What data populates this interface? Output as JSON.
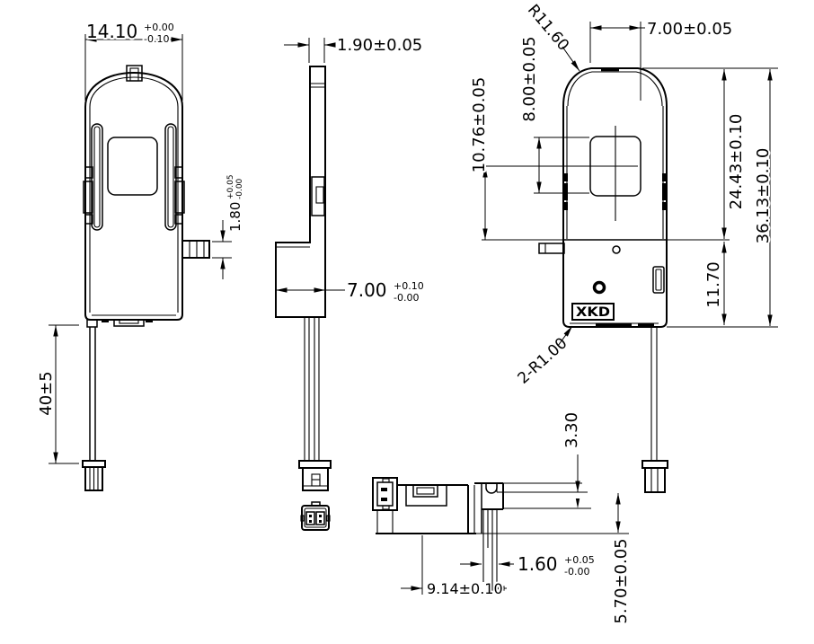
{
  "drawing": {
    "logo": "XKD",
    "dims": {
      "front_width": {
        "main": "14.10",
        "plus": "+0.00",
        "minus": "-0.10"
      },
      "side_thickness": {
        "text": "1.90±0.05"
      },
      "top_radius": {
        "text": "R11.60"
      },
      "top_width": {
        "text": "7.00±0.05"
      },
      "window_height": {
        "text": "8.00±0.05"
      },
      "slot_offset": {
        "text": "10.76±0.05"
      },
      "upper_height": {
        "text": "24.43±0.10"
      },
      "total_height": {
        "text": "36.13±0.10"
      },
      "lower_height": {
        "text": "11.70"
      },
      "side_tab_thickness": {
        "main": "1.80",
        "plus": "+0.05",
        "minus": "-0.00"
      },
      "body_depth": {
        "main": "7.00",
        "plus": "+0.10",
        "minus": "-0.00"
      },
      "wire_length": {
        "text": "40±5"
      },
      "bottom_corner_radius": {
        "text": "2-R1.00"
      },
      "step_height": {
        "text": "3.30"
      },
      "wire_exit_width": {
        "main": "1.60",
        "plus": "+0.05",
        "minus": "-0.00"
      },
      "housing_depth": {
        "text": "9.14±0.10"
      },
      "connector_depth": {
        "text": "5.70±0.05"
      }
    }
  }
}
